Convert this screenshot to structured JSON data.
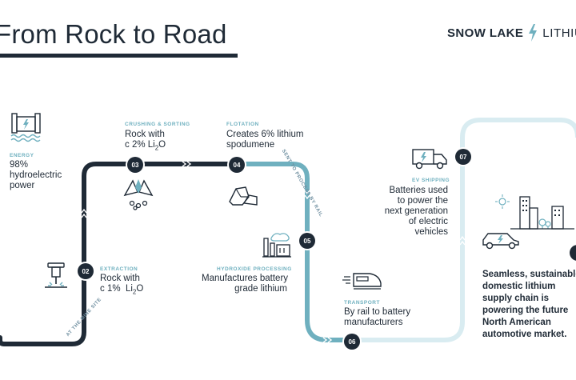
{
  "header": {
    "title": "From Rock to Road",
    "brand_bold": "SNOW LAKE",
    "brand_light": "LITHIUM"
  },
  "colors": {
    "dark": "#1f2a36",
    "teal": "#6fb0bf",
    "light": "#d9ecf1"
  },
  "steps": [
    {
      "label": "ENERGY",
      "text": "98%\nhydroelectric\npower",
      "icon": "hydro-dam-icon"
    },
    {
      "number": "02",
      "label": "EXTRACTION",
      "text": "Rock with\nc 1%  Li2O",
      "icon": "jackhammer-icon"
    },
    {
      "number": "03",
      "label": "CRUSHING & SORTING",
      "text": "Rock with\nc 2% Li2O",
      "icon": "crusher-icon"
    },
    {
      "number": "04",
      "label": "FLOTATION",
      "text": "Creates 6% lithium\nspodumene",
      "icon": "spodumene-rocks-icon"
    },
    {
      "number": "05",
      "label": "HYDROXIDE PROCESSING",
      "text": "Manufactures battery\ngrade lithium",
      "icon": "factory-icon"
    },
    {
      "number": "06",
      "label": "TRANSPORT",
      "text": "By rail to battery\nmanufacturers",
      "icon": "train-icon"
    },
    {
      "number": "07",
      "label": "EV SHIPPING",
      "text": "Batteries used\nto power the\nnext generation\nof electric\nvehicles",
      "icon": "truck-icon"
    }
  ],
  "path_labels": {
    "mine_site": "AT THE MINE SITE",
    "rail": "SENT TO PROCESS BY RAIL"
  },
  "conclusion": "Seamless, sustainable\ndomestic lithium\nsupply chain is\npowering the future\nNorth American\nautomotive market."
}
